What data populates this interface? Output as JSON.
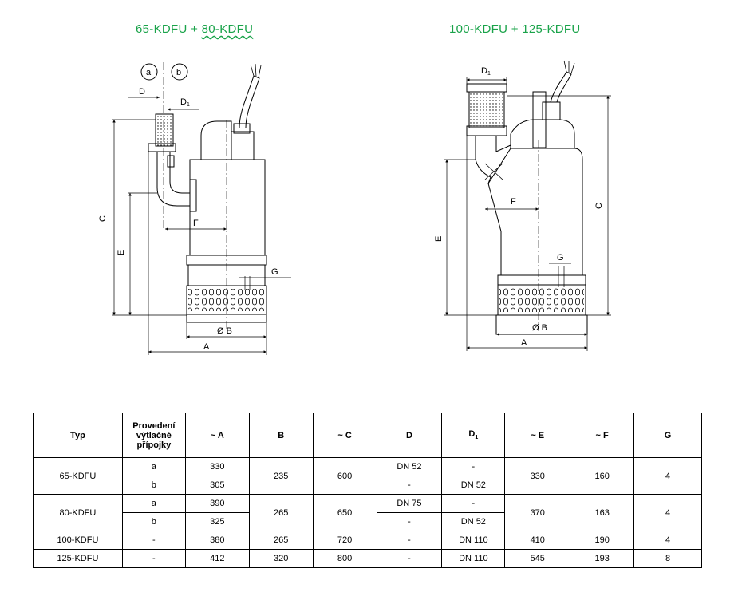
{
  "titles": {
    "left_a": "65-KDFU + ",
    "left_b": "80-KDFU",
    "right": "100-KDFU + 125-KDFU"
  },
  "labels": {
    "a": "a",
    "b": "b",
    "D": "D",
    "D1": "D",
    "D1_sub": "1",
    "C": "C",
    "E": "E",
    "F": "F",
    "G": "G",
    "B": "Ø B",
    "A": "A"
  },
  "table": {
    "headers": {
      "typ": "Typ",
      "provedeni": "Provedení výtlačné přípojky",
      "a": "~ A",
      "b": "B",
      "c": "~ C",
      "d": "D",
      "d1": "D",
      "d1_sub": "1",
      "e": "~ E",
      "f": "~ F",
      "g": "G"
    },
    "rows": {
      "r65": {
        "typ": "65-KDFU",
        "pa": "a",
        "pb": "b",
        "Aa": "330",
        "Ab": "305",
        "B": "235",
        "C": "600",
        "Da": "DN 52",
        "Db": "-",
        "D1a": "-",
        "D1b": "DN 52",
        "E": "330",
        "F": "160",
        "G": "4"
      },
      "r80": {
        "typ": "80-KDFU",
        "pa": "a",
        "pb": "b",
        "Aa": "390",
        "Ab": "325",
        "B": "265",
        "C": "650",
        "Da": "DN 75",
        "Db": "-",
        "D1a": "-",
        "D1b": "DN 52",
        "E": "370",
        "F": "163",
        "G": "4"
      },
      "r100": {
        "typ": "100-KDFU",
        "p": "-",
        "A": "380",
        "B": "265",
        "C": "720",
        "D": "-",
        "D1": "DN 110",
        "E": "410",
        "F": "190",
        "G": "4"
      },
      "r125": {
        "typ": "125-KDFU",
        "p": "-",
        "A": "412",
        "B": "320",
        "C": "800",
        "D": "-",
        "D1": "DN 110",
        "E": "545",
        "F": "193",
        "G": "8"
      }
    }
  },
  "colors": {
    "title": "#1aa34a",
    "line": "#000000"
  }
}
